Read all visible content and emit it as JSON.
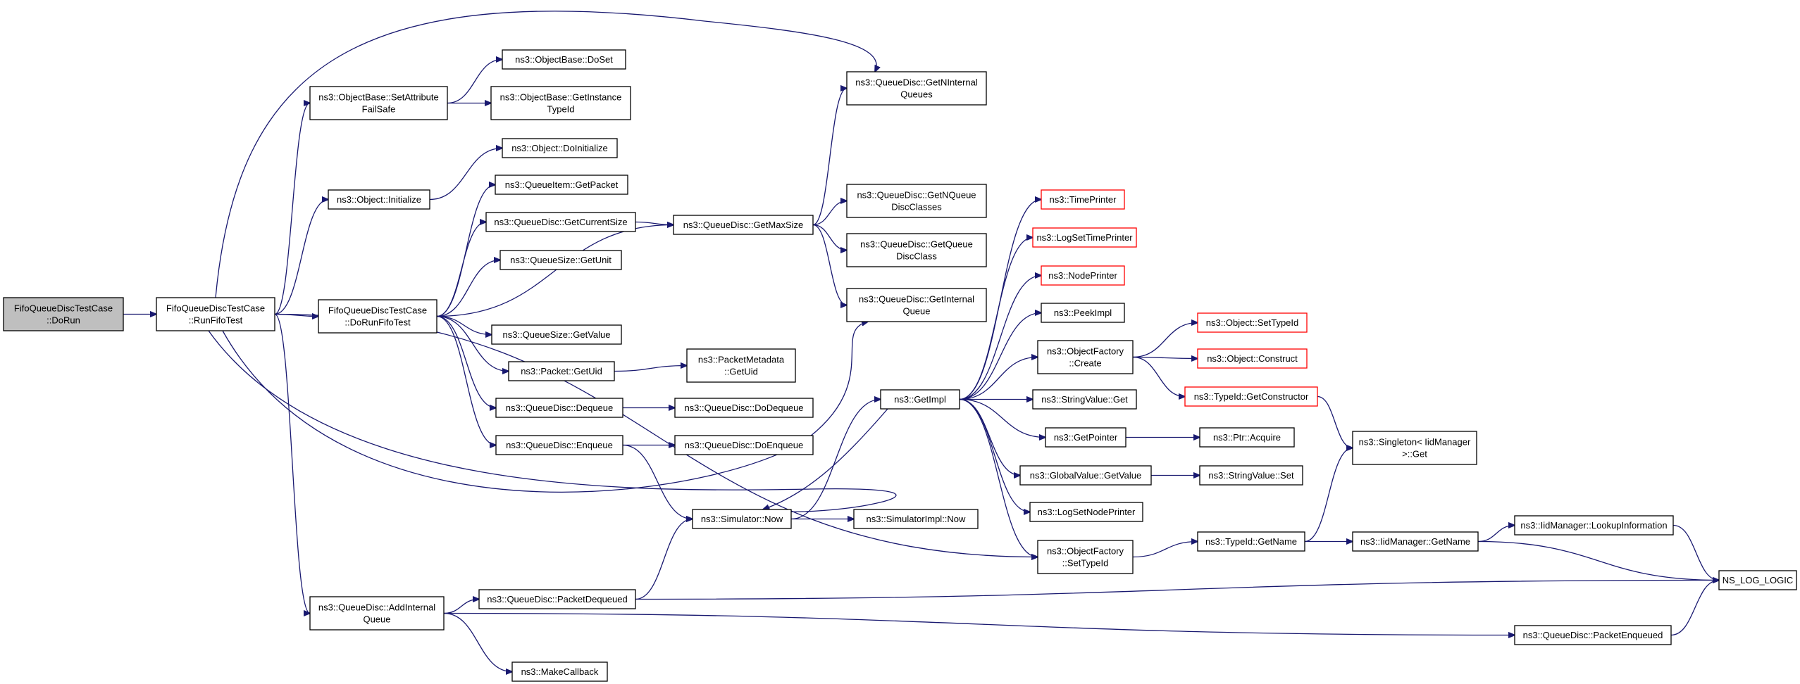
{
  "colors": {
    "edge": "#191970",
    "node_border": "#000000",
    "root_fill": "#bfbfbf",
    "link_missing_border": "#ff0000"
  },
  "nodes": [
    {
      "id": "n_dorun",
      "lines": [
        "FifoQueueDiscTestCase",
        "::DoRun"
      ],
      "style": "root"
    },
    {
      "id": "n_runfifo",
      "lines": [
        "FifoQueueDiscTestCase",
        "::RunFifoTest"
      ]
    },
    {
      "id": "n_setattr",
      "lines": [
        "ns3::ObjectBase::SetAttribute",
        "FailSafe"
      ]
    },
    {
      "id": "n_doset",
      "lines": [
        "ns3::ObjectBase::DoSet"
      ]
    },
    {
      "id": "n_getinst",
      "lines": [
        "ns3::ObjectBase::GetInstance",
        "TypeId"
      ]
    },
    {
      "id": "n_getninternal",
      "lines": [
        "ns3::QueueDisc::GetNInternal",
        "Queues"
      ]
    },
    {
      "id": "n_doinit",
      "lines": [
        "ns3::Object::DoInitialize"
      ]
    },
    {
      "id": "n_init",
      "lines": [
        "ns3::Object::Initialize"
      ]
    },
    {
      "id": "n_getpacket",
      "lines": [
        "ns3::QueueItem::GetPacket"
      ]
    },
    {
      "id": "n_getcursize",
      "lines": [
        "ns3::QueueDisc::GetCurrentSize"
      ]
    },
    {
      "id": "n_getmaxsize",
      "lines": [
        "ns3::QueueDisc::GetMaxSize"
      ]
    },
    {
      "id": "n_getnqueue",
      "lines": [
        "ns3::QueueDisc::GetNQueue",
        "DiscClasses"
      ]
    },
    {
      "id": "n_getunit",
      "lines": [
        "ns3::QueueSize::GetUnit"
      ]
    },
    {
      "id": "n_getqueuedisc",
      "lines": [
        "ns3::QueueDisc::GetQueue",
        "DiscClass"
      ]
    },
    {
      "id": "n_dorunfifo",
      "lines": [
        "FifoQueueDiscTestCase",
        "::DoRunFifoTest"
      ]
    },
    {
      "id": "n_getinternal",
      "lines": [
        "ns3::QueueDisc::GetInternal",
        "Queue"
      ]
    },
    {
      "id": "n_getvalue",
      "lines": [
        "ns3::QueueSize::GetValue"
      ]
    },
    {
      "id": "n_pktgetuid",
      "lines": [
        "ns3::Packet::GetUid"
      ]
    },
    {
      "id": "n_metagetuid",
      "lines": [
        "ns3::PacketMetadata",
        "::GetUid"
      ]
    },
    {
      "id": "n_dequeue",
      "lines": [
        "ns3::QueueDisc::Dequeue"
      ]
    },
    {
      "id": "n_dodequeue",
      "lines": [
        "ns3::QueueDisc::DoDequeue"
      ]
    },
    {
      "id": "n_enqueue",
      "lines": [
        "ns3::QueueDisc::Enqueue"
      ]
    },
    {
      "id": "n_doenqueue",
      "lines": [
        "ns3::QueueDisc::DoEnqueue"
      ]
    },
    {
      "id": "n_simnow",
      "lines": [
        "ns3::Simulator::Now"
      ]
    },
    {
      "id": "n_simimplnow",
      "lines": [
        "ns3::SimulatorImpl::Now"
      ]
    },
    {
      "id": "n_getimpl",
      "lines": [
        "ns3::GetImpl"
      ]
    },
    {
      "id": "n_timeprinter",
      "lines": [
        "ns3::TimePrinter"
      ],
      "style": "red"
    },
    {
      "id": "n_logsettime",
      "lines": [
        "ns3::LogSetTimePrinter"
      ],
      "style": "red"
    },
    {
      "id": "n_nodeprinter",
      "lines": [
        "ns3::NodePrinter"
      ],
      "style": "red"
    },
    {
      "id": "n_peekimpl",
      "lines": [
        "ns3::PeekImpl"
      ]
    },
    {
      "id": "n_ofcreate",
      "lines": [
        "ns3::ObjectFactory",
        "::Create"
      ]
    },
    {
      "id": "n_objsettypeid",
      "lines": [
        "ns3::Object::SetTypeId"
      ],
      "style": "red"
    },
    {
      "id": "n_objconstruct",
      "lines": [
        "ns3::Object::Construct"
      ],
      "style": "red"
    },
    {
      "id": "n_getconstructor",
      "lines": [
        "ns3::TypeId::GetConstructor"
      ],
      "style": "red"
    },
    {
      "id": "n_strvalget",
      "lines": [
        "ns3::StringValue::Get"
      ]
    },
    {
      "id": "n_getpointer",
      "lines": [
        "ns3::GetPointer"
      ]
    },
    {
      "id": "n_ptracquire",
      "lines": [
        "ns3::Ptr::Acquire"
      ]
    },
    {
      "id": "n_singleton",
      "lines": [
        "ns3::Singleton< IidManager",
        " >::Get"
      ]
    },
    {
      "id": "n_globalgetvalue",
      "lines": [
        "ns3::GlobalValue::GetValue"
      ]
    },
    {
      "id": "n_strvalset",
      "lines": [
        "ns3::StringValue::Set"
      ]
    },
    {
      "id": "n_logsetnode",
      "lines": [
        "ns3::LogSetNodePrinter"
      ]
    },
    {
      "id": "n_ofsettypeid",
      "lines": [
        "ns3::ObjectFactory",
        "::SetTypeId"
      ]
    },
    {
      "id": "n_typeidgetname",
      "lines": [
        "ns3::TypeId::GetName"
      ]
    },
    {
      "id": "n_iidgetname",
      "lines": [
        "ns3::IidManager::GetName"
      ]
    },
    {
      "id": "n_lookupinfo",
      "lines": [
        "ns3::IidManager::LookupInformation"
      ]
    },
    {
      "id": "n_nslog",
      "lines": [
        "NS_LOG_LOGIC"
      ]
    },
    {
      "id": "n_addinternal",
      "lines": [
        "ns3::QueueDisc::AddInternal",
        "Queue"
      ]
    },
    {
      "id": "n_pktdequeued",
      "lines": [
        "ns3::QueueDisc::PacketDequeued"
      ]
    },
    {
      "id": "n_pktenqueued",
      "lines": [
        "ns3::QueueDisc::PacketEnqueued"
      ]
    },
    {
      "id": "n_makecallback",
      "lines": [
        "ns3::MakeCallback"
      ]
    }
  ]
}
